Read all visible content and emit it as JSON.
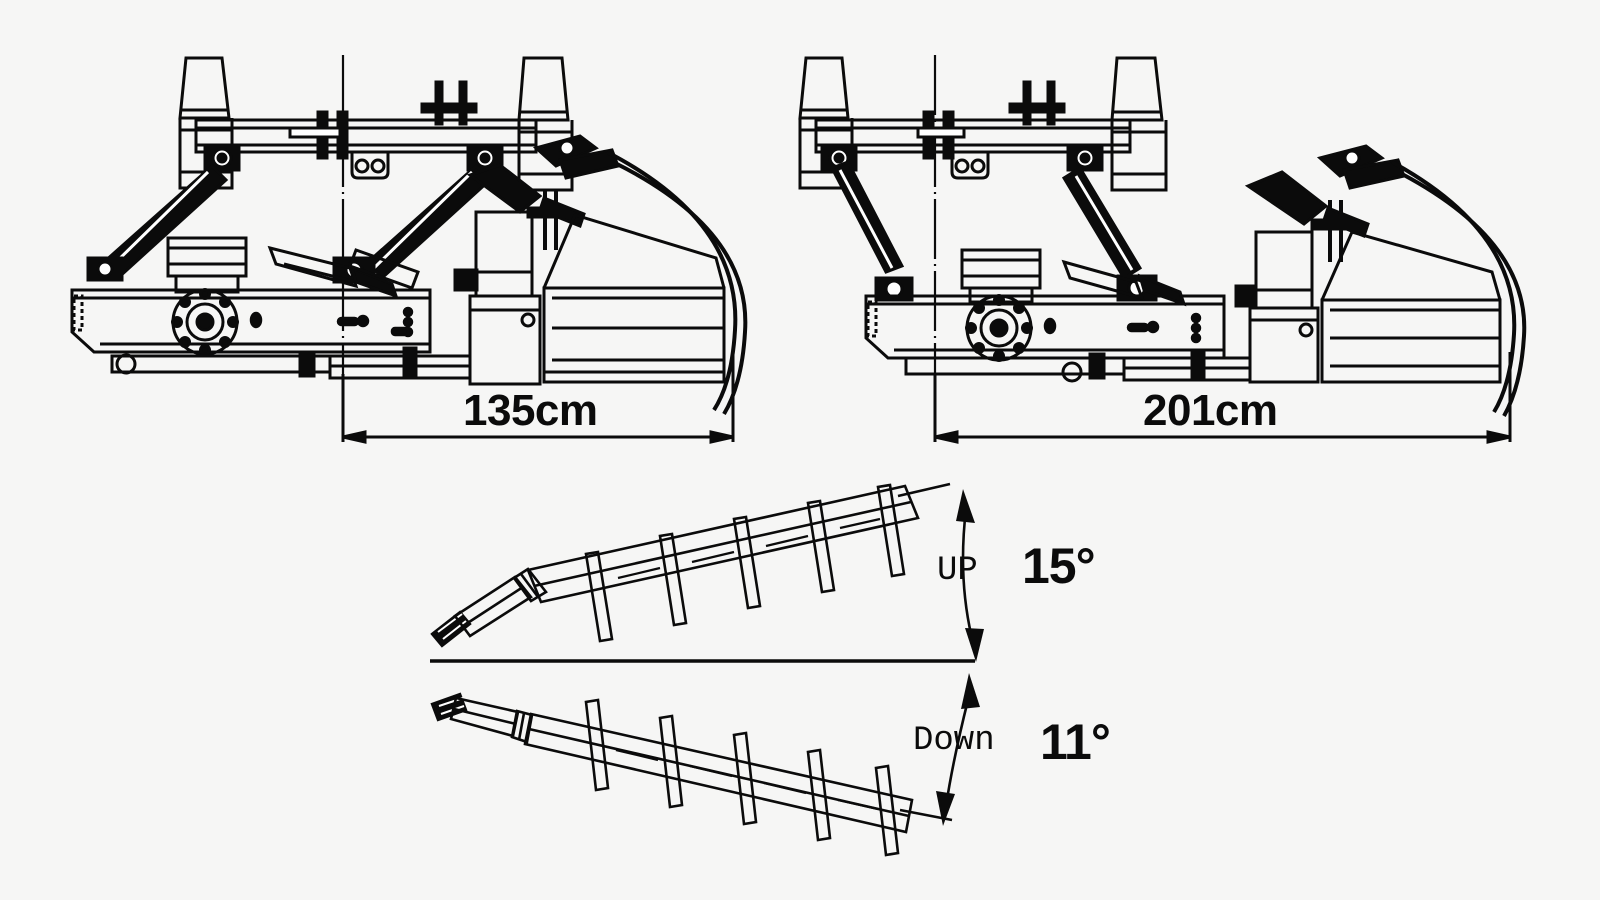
{
  "diagram": {
    "title": "Flail mower implement dimensional and angle specification",
    "background_color": "#f6f6f5",
    "line_color": "#0b0b0b"
  },
  "views": {
    "left": {
      "name": "retracted-side-view",
      "dimension": {
        "label": "135cm",
        "value": 135,
        "unit": "cm",
        "orientation": "horizontal"
      }
    },
    "right": {
      "name": "extended-side-view",
      "dimension": {
        "label": "201cm",
        "value": 201,
        "unit": "cm",
        "orientation": "horizontal"
      }
    }
  },
  "angle_section": {
    "name": "pto-shaft-angle-range",
    "up": {
      "direction_label": "UP",
      "angle_label": "15°",
      "value": 15,
      "unit": "degrees"
    },
    "down": {
      "direction_label": "Down",
      "angle_label": "11°",
      "value": 11,
      "unit": "degrees"
    }
  }
}
